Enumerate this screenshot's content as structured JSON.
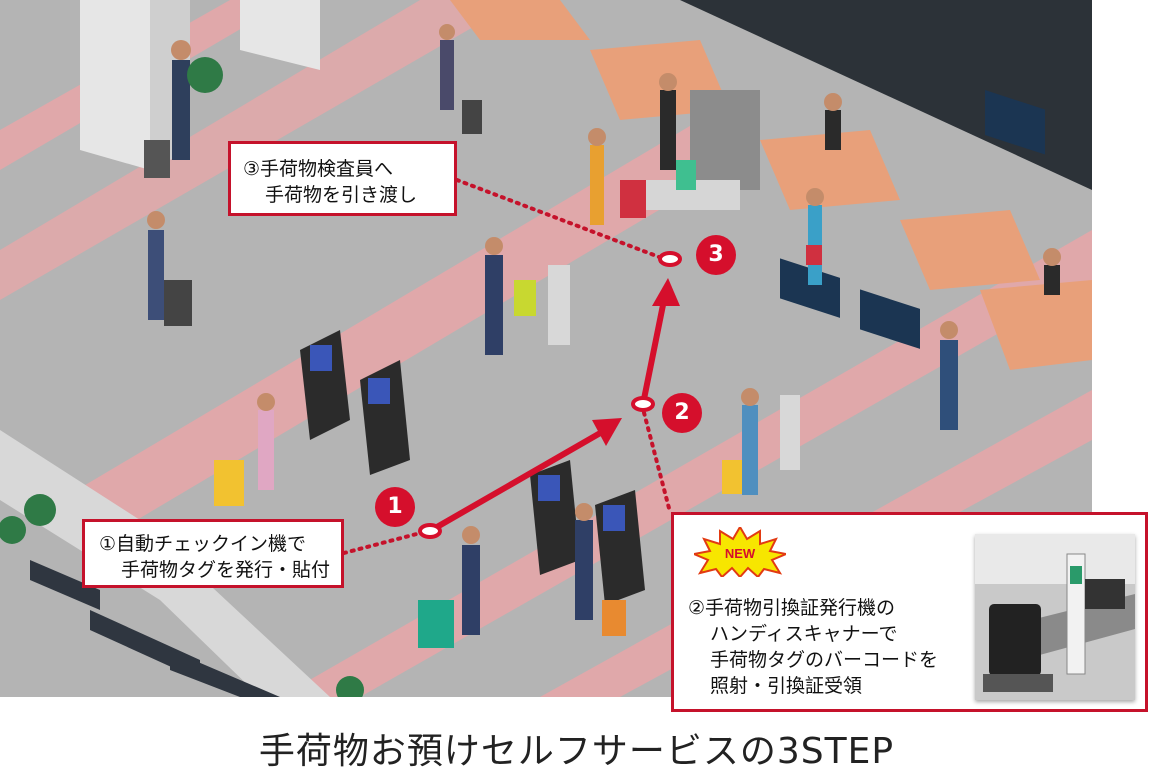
{
  "steps": [
    {
      "number": "1",
      "lines": [
        "①自動チェックイン機で",
        "手荷物タグを発行・貼付"
      ]
    },
    {
      "number": "2",
      "lines": [
        "②手荷物引換証発行機の",
        "ハンディスキャナーで",
        "手荷物タグのバーコードを",
        "照射・引換証受領"
      ],
      "badge": "NEW"
    },
    {
      "number": "3",
      "lines": [
        "③手荷物検査員へ",
        "手荷物を引き渡し"
      ]
    }
  ],
  "caption": "手荷物お預けセルフサービスの3STEP",
  "colors": {
    "accent": "#d50f2c",
    "floor": "#b4b4b4",
    "lane": "#e0a8aa",
    "counter": "#e8a07a"
  }
}
